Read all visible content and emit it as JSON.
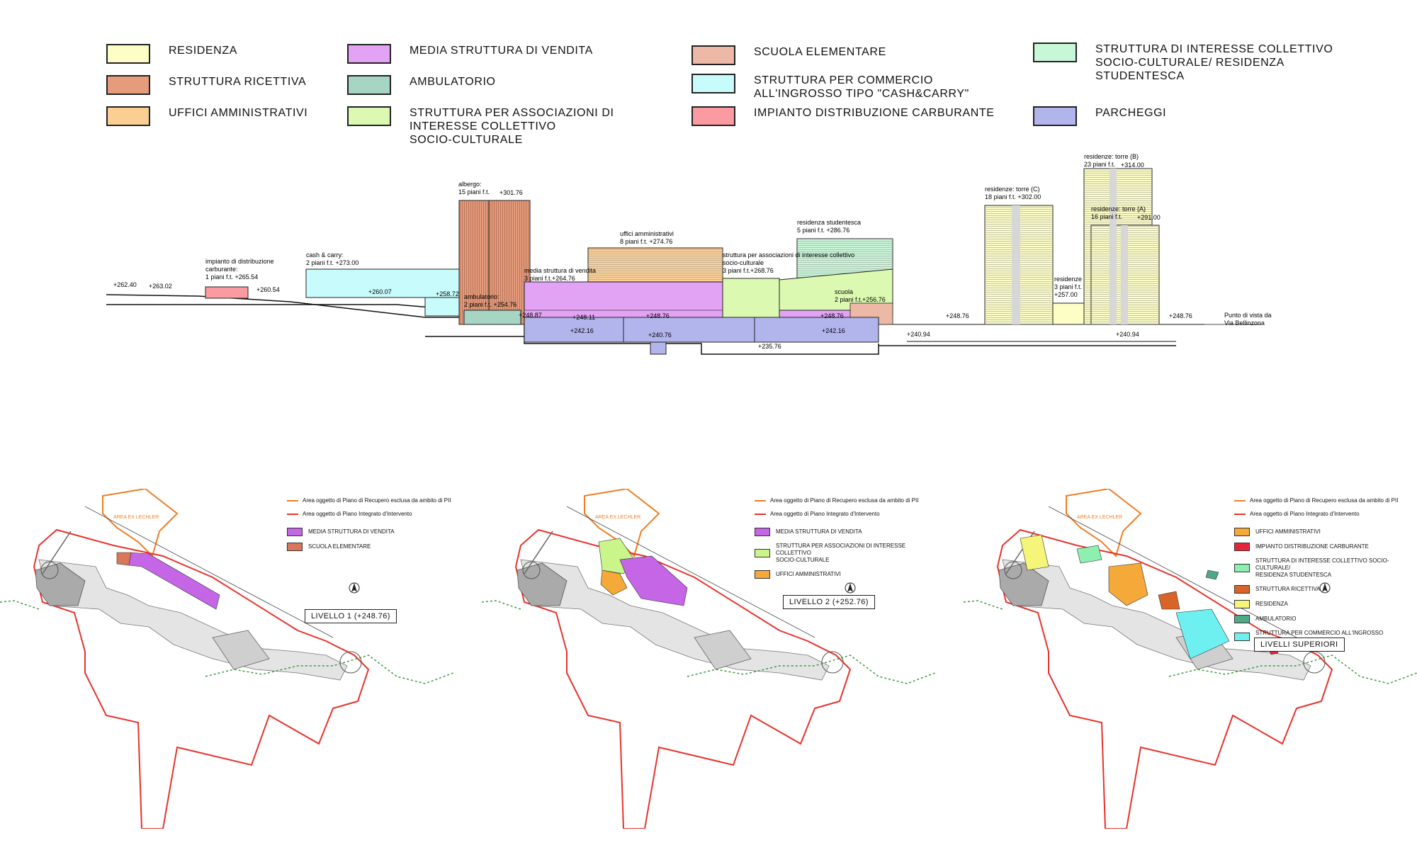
{
  "colors": {
    "residenza": "#fdfdc6",
    "ricettiva": "#e59c7c",
    "uffici": "#fbcf94",
    "media_vendita": "#e3a3f5",
    "ambulatorio": "#a7d5c3",
    "associazioni": "#dcf9b1",
    "scuola": "#edb8a5",
    "cash_carry": "#c8fbfb",
    "carburante": "#fb9aa0",
    "studentesca": "#c8f7d8",
    "parcheggi": "#b2b4ec",
    "plan_orange": "#f07d24",
    "plan_red": "#e8322b",
    "plan_green": "#3d9a3d"
  },
  "legend": [
    {
      "label": "RESIDENZA",
      "color": "#fdfdc6",
      "icon": "residenza-swatch"
    },
    {
      "label": "STRUTTURA RICETTIVA",
      "color": "#e59c7c",
      "icon": "ricettiva-swatch"
    },
    {
      "label": "UFFICI AMMINISTRATIVI",
      "color": "#fbcf94",
      "icon": "uffici-swatch"
    },
    {
      "label": "MEDIA STRUTTURA DI VENDITA",
      "color": "#e3a3f5",
      "icon": "vendita-swatch"
    },
    {
      "label": "AMBULATORIO",
      "color": "#a7d5c3",
      "icon": "ambulatorio-swatch"
    },
    {
      "label": "STRUTTURA PER ASSOCIAZIONI DI\nINTERESSE COLLETTIVO\nSOCIO-CULTURALE",
      "color": "#dcf9b1",
      "icon": "associazioni-swatch"
    },
    {
      "label": "SCUOLA ELEMENTARE",
      "color": "#edb8a5",
      "icon": "scuola-swatch"
    },
    {
      "label": "STRUTTURA PER COMMERCIO\nALL'INGROSSO TIPO \"CASH&CARRY\"",
      "color": "#c8fbfb",
      "icon": "cash-carry-swatch"
    },
    {
      "label": "IMPIANTO DISTRIBUZIONE CARBURANTE",
      "color": "#fb9aa0",
      "icon": "carburante-swatch"
    },
    {
      "label": "STRUTTURA  DI INTERESSE COLLETTIVO\nSOCIO-CULTURALE/ RESIDENZA\nSTUDENTESCA",
      "color": "#c8f7d8",
      "icon": "studentesca-swatch"
    },
    {
      "label": "PARCHEGGI",
      "color": "#b2b4ec",
      "icon": "parcheggi-swatch"
    }
  ],
  "section": {
    "labels": {
      "carburante": "impianto di distribuzione\ncarburante:\n1 piani f.t. +265.54",
      "cash": "cash & carry:\n2 piani f.t.  +273.00",
      "albergo": "albergo:\n15 piani f.t.",
      "albergo_lvl": "+301.76",
      "uffici": "uffici amministrativi\n8 piani f.t. +274.76",
      "media": "media struttura di vendita\n3 piani f.t.+264.76",
      "ambulatorio": "ambulatorio:\n2 piani f.t. +254.76",
      "assoc": "struttura per associazioni di interesse collettivo\nsocio-culturale\n3 piani f.t.+268.76",
      "studentesca": "residenza studentesca\n5 piani f.t.  +286.76",
      "scuola": "scuola\n2 piani f.t.+256.76",
      "torre_c": "residenze: torre (C)\n18 piani f.t.  +302.00",
      "torre_b": "residenze: torre (B)\n23 piani f.t.",
      "torre_b_lvl": "+314.00",
      "torre_a": "residenze: torre (A)\n16 piani f.t.",
      "torre_a_lvl": "+291.00",
      "residenze": "residenze\n3 piani f.t.\n+257.00",
      "punto_vista": "Punto di vista da\nVia Bellinzona"
    },
    "elevations": [
      "+262.40",
      "+263.02",
      "+260.54",
      "+260.07",
      "+258.72",
      "+248.87",
      "+248.11",
      "+248.76",
      "+248.76",
      "+242.16",
      "+240.76",
      "+242.16",
      "+235.76",
      "+240.94",
      "+248.76",
      "+248.76",
      "+240.94"
    ]
  },
  "plans": [
    {
      "legend": [
        {
          "label": "Area oggetto di Piano di Recupero esclusa da ambito di PII",
          "color": "#f07d24",
          "kind": "line"
        },
        {
          "label": "Area oggetto di Piano Integrato d'Intervento",
          "color": "#e8322b",
          "kind": "line"
        },
        {
          "label": "MEDIA STRUTTURA DI VENDITA",
          "color": "#c466e6",
          "kind": "swatch"
        },
        {
          "label": "SCUOLA ELEMENTARE",
          "color": "#d9775a",
          "kind": "swatch"
        }
      ],
      "level": "LIVELLO 1 (+248.76)",
      "area_label": "AREA EX LECHLER"
    },
    {
      "legend": [
        {
          "label": "Area oggetto di Piano di Recupero esclusa da ambito di PII",
          "color": "#f07d24",
          "kind": "line"
        },
        {
          "label": "Area oggetto di Piano Integrato d'Intervento",
          "color": "#e8322b",
          "kind": "line"
        },
        {
          "label": "MEDIA STRUTTURA DI VENDITA",
          "color": "#c466e6",
          "kind": "swatch"
        },
        {
          "label": "STRUTTURA PER ASSOCIAZIONI DI INTERESSE COLLETTIVO\nSOCIO-CULTURALE",
          "color": "#c9f58a",
          "kind": "swatch"
        },
        {
          "label": "UFFICI AMMINISTRATIVI",
          "color": "#f4a939",
          "kind": "swatch"
        }
      ],
      "level": "LIVELLO 2 (+252.76)",
      "area_label": "AREA EX LECHLER"
    },
    {
      "legend": [
        {
          "label": "Area oggetto di Piano di Recupero esclusa da ambito di PII",
          "color": "#f07d24",
          "kind": "line"
        },
        {
          "label": "Area oggetto di Piano Integrato d'Intervento",
          "color": "#e8322b",
          "kind": "line"
        },
        {
          "label": "UFFICI AMMINISTRATIVI",
          "color": "#f4a939",
          "kind": "swatch"
        },
        {
          "label": "IMPIANTO DISTRIBUZIONE CARBURANTE",
          "color": "#e8243a",
          "kind": "swatch"
        },
        {
          "label": "STRUTTURA  DI INTERESSE COLLETTIVO SOCIO-CULTURALE/\nRESIDENZA STUDENTESCA",
          "color": "#8ef0b0",
          "kind": "swatch"
        },
        {
          "label": "STRUTTURA RICETTIVA",
          "color": "#d8642a",
          "kind": "swatch"
        },
        {
          "label": "RESIDENZA",
          "color": "#f5f57a",
          "kind": "swatch"
        },
        {
          "label": "AMBULATORIO",
          "color": "#4fa987",
          "kind": "swatch"
        },
        {
          "label": "STRUTTURA PER COMMERCIO ALL'INGROSSO\nTIPO \"CASH & CARRY\"",
          "color": "#6ff0f0",
          "kind": "swatch"
        }
      ],
      "level": "LIVELLI SUPERIORI",
      "area_label": "AREA EX LECHLER"
    }
  ]
}
